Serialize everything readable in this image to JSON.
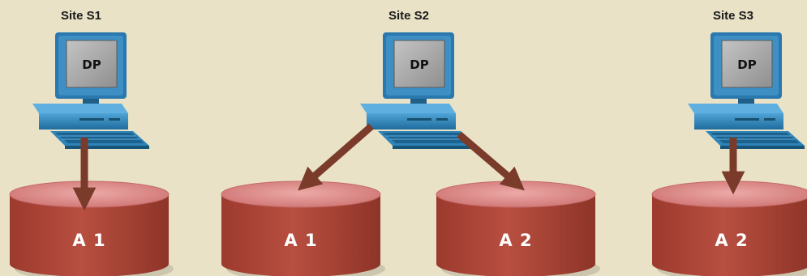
{
  "sites": [
    {
      "id": "s1",
      "label": "Site S1",
      "processor": "DP"
    },
    {
      "id": "s2",
      "label": "Site S2",
      "processor": "DP"
    },
    {
      "id": "s3",
      "label": "Site S3",
      "processor": "DP"
    }
  ],
  "databases": [
    {
      "label": "A 1"
    },
    {
      "label": "A 1"
    },
    {
      "label": "A 2"
    },
    {
      "label": "A 2"
    }
  ],
  "colors": {
    "background": "#e9e2c6",
    "arrow": "#7a3b2a",
    "cylinder_body": "#b14b3c",
    "cylinder_top": "#dc8b8a",
    "monitor": "#2f7fb5",
    "screen": "#a7a7a7"
  }
}
